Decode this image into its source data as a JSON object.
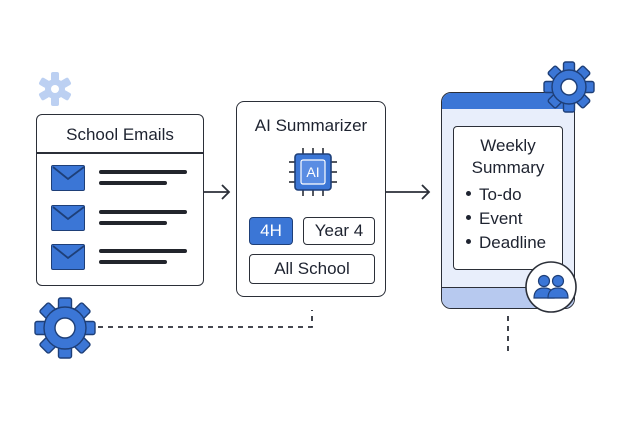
{
  "email_panel": {
    "title": "School Emails",
    "items": [
      {
        "icon": "mail-icon"
      },
      {
        "icon": "mail-icon"
      },
      {
        "icon": "mail-icon"
      }
    ]
  },
  "summarizer_panel": {
    "title": "AI Summarizer",
    "chip_label": "AI",
    "tags": [
      "4H",
      "Year 4"
    ],
    "scope_label": "All School"
  },
  "phone_panel": {
    "title_line1": "Weekly",
    "title_line2": "Summary",
    "items": [
      "To-do",
      "Event",
      "Deadline"
    ],
    "badge_icon": "people-icon"
  },
  "colors": {
    "accent": "#3b76d6",
    "accent_dark": "#1e3f78",
    "light_blue": "#b7c9ef",
    "gear_light": "#bcd0f2",
    "outline": "#2b2f38"
  }
}
